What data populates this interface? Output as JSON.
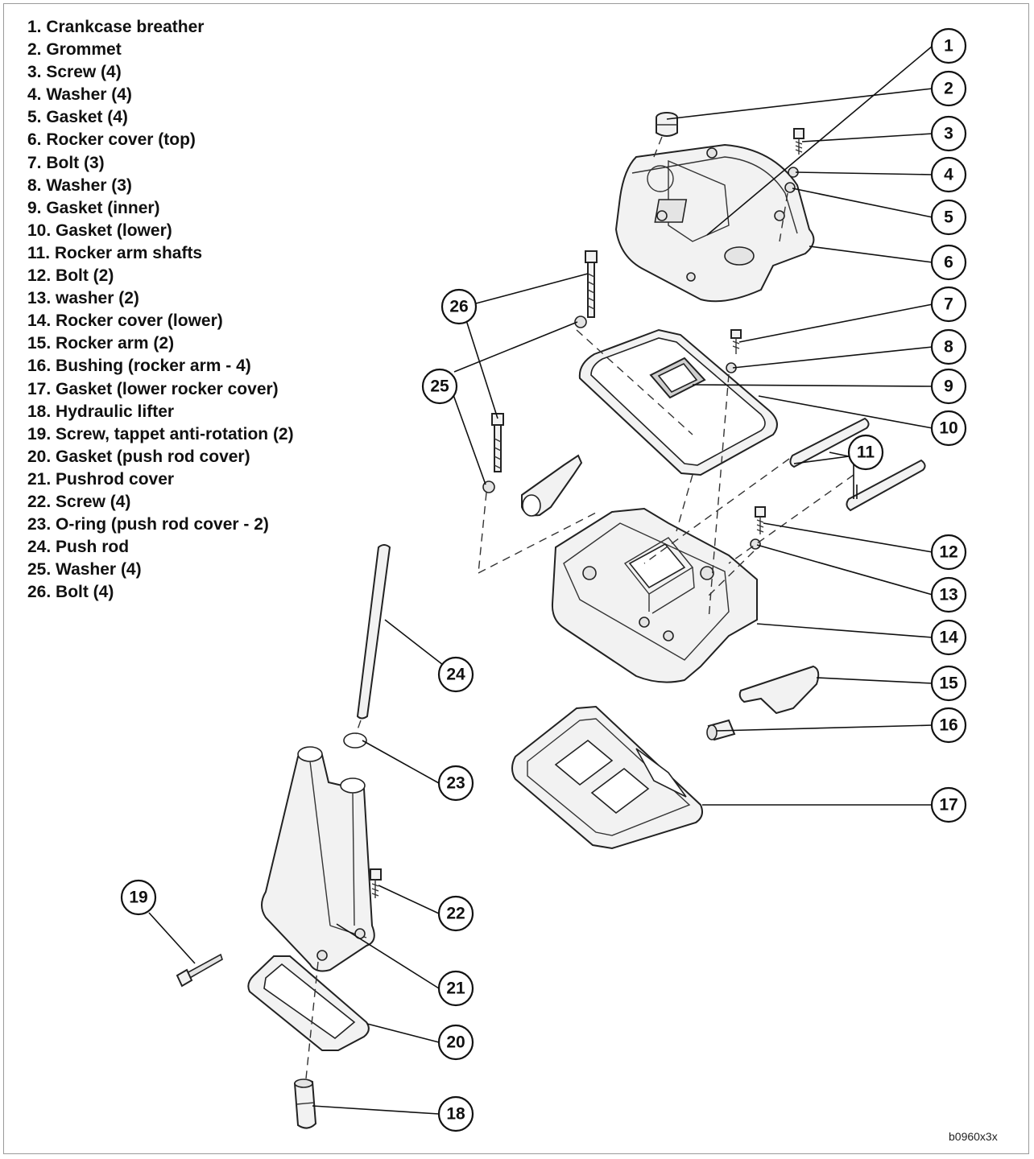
{
  "legend": [
    "1. Crankcase breather",
    "2. Grommet",
    "3. Screw (4)",
    "4. Washer (4)",
    "5. Gasket (4)",
    "6. Rocker cover (top)",
    "7. Bolt (3)",
    "8. Washer (3)",
    "9. Gasket (inner)",
    "10. Gasket (lower)",
    "11. Rocker arm shafts",
    "12. Bolt (2)",
    "13. washer (2)",
    "14. Rocker cover (lower)",
    "15. Rocker arm (2)",
    "16. Bushing (rocker arm - 4)",
    "17. Gasket (lower rocker cover)",
    "18. Hydraulic lifter",
    "19. Screw, tappet anti-rotation (2)",
    "20. Gasket (push rod cover)",
    "21. Pushrod cover",
    "22. Screw (4)",
    "23. O-ring (push rod cover - 2)",
    "24. Push rod",
    "25. Washer (4)",
    "26. Bolt (4)"
  ],
  "callouts": [
    "1",
    "2",
    "3",
    "4",
    "5",
    "6",
    "7",
    "8",
    "9",
    "10",
    "11",
    "12",
    "13",
    "14",
    "15",
    "16",
    "17",
    "18",
    "19",
    "20",
    "21",
    "22",
    "23",
    "24",
    "25",
    "26"
  ],
  "figure_code": "b0960x3x"
}
